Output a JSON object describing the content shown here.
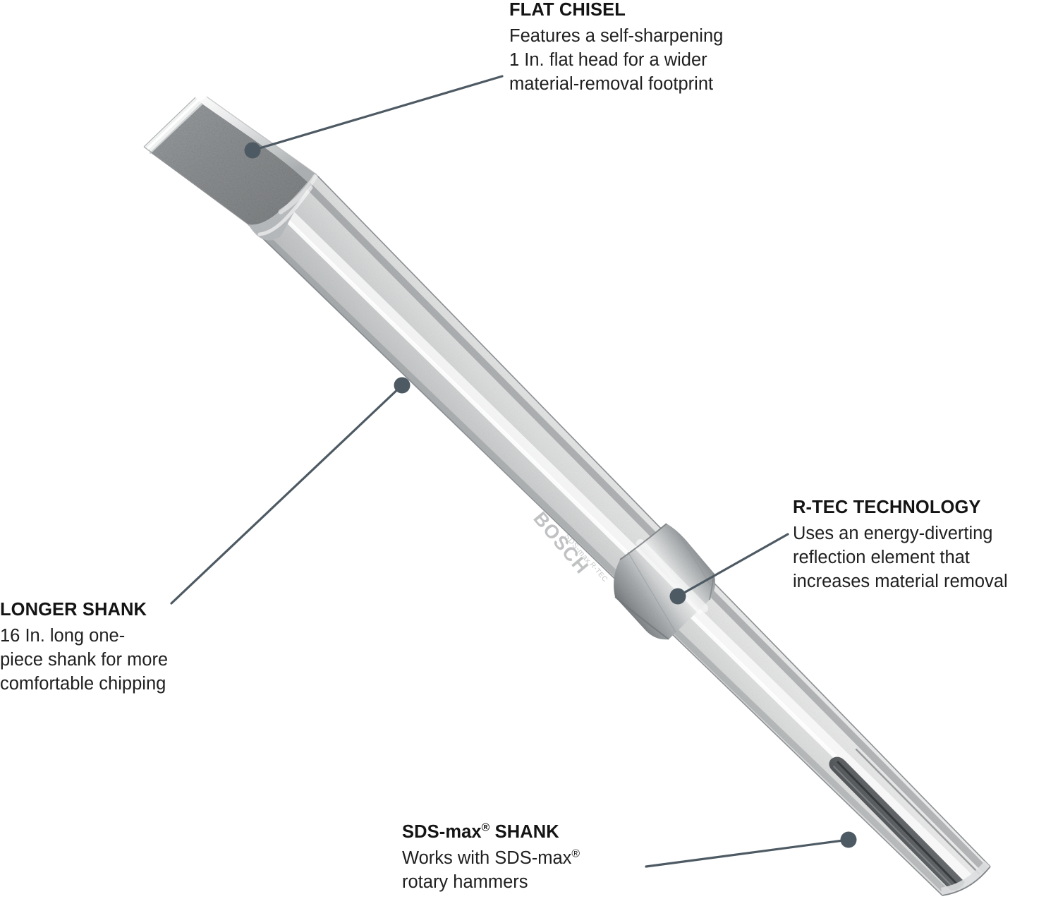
{
  "diagram": {
    "product": "SDS-max Flat Chisel",
    "orientation": "diagonal from upper-left blade to lower-right shank",
    "background_color": "#ffffff",
    "leader_color": "#4e5a63",
    "metal_light": "#e8e9ea",
    "metal_mid": "#b2b5b7",
    "metal_dark": "#8d9194",
    "blade_face": "#8a8d8f",
    "engraving_text": "BOSCH"
  },
  "callouts": [
    {
      "id": "flat-chisel",
      "title": "FLAT CHISEL",
      "body_lines": [
        "Features a self-sharpening",
        "1 In. flat head for a wider",
        "material-removal footprint"
      ]
    },
    {
      "id": "r-tec-technology",
      "title": "R-TEC TECHNOLOGY",
      "body_lines": [
        "Uses an energy-diverting",
        "reflection element that",
        "increases material removal"
      ]
    },
    {
      "id": "longer-shank",
      "title": "LONGER SHANK",
      "body_lines": [
        "16 In. long one-",
        "piece shank for more",
        "comfortable chipping"
      ]
    },
    {
      "id": "sds-max-shank",
      "title_parts": {
        "before": "SDS-max",
        "mark": "®",
        "after": " SHANK"
      },
      "title_plain": "SDS-max® SHANK",
      "body_line_1_before": "Works with SDS-max",
      "body_line_1_mark": "®",
      "body_lines_rest": [
        "rotary hammers"
      ]
    }
  ]
}
